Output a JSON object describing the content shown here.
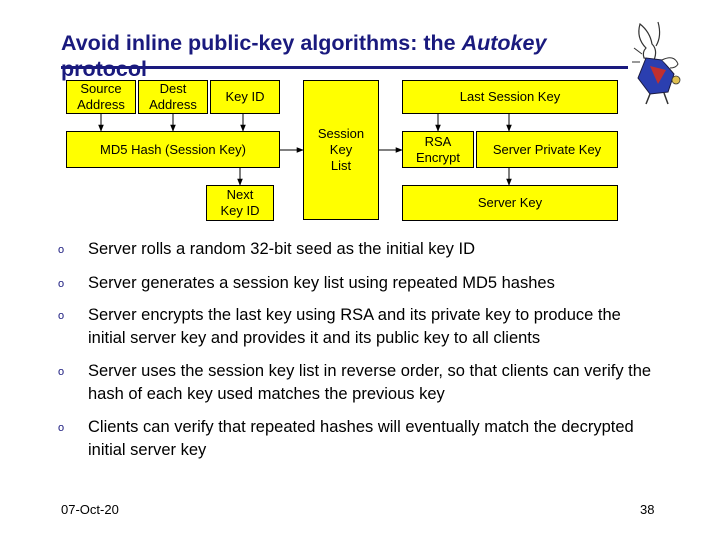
{
  "slide": {
    "title_main": "Avoid inline public-key algorithms: the ",
    "title_emph": "Autokey",
    "title_tail": " protocol"
  },
  "diagram": {
    "source_address": "Source\nAddress",
    "dest_address": "Dest\nAddress",
    "key_id": "Key ID",
    "md5_hash": "MD5 Hash (Session Key)",
    "next_key_id": "Next\nKey ID",
    "session_key_list": "Session\nKey\nList",
    "last_session_key": "Last Session Key",
    "rsa_encrypt": "RSA\nEncrypt",
    "server_private_key": "Server Private Key",
    "server_key": "Server Key"
  },
  "bullets": [
    {
      "text": "Server rolls a random 32-bit seed as the initial key ID"
    },
    {
      "text": "Server generates a session key list using repeated MD5 hashes"
    },
    {
      "text": "Server encrypts the last key using RSA and its private key to produce the initial server key and provides it and its public key to all clients"
    },
    {
      "text": "Server uses the session key list in reverse order, so that clients can verify the hash of each key used matches the previous key"
    },
    {
      "text": "Clients can verify that repeated hashes will eventually match the decrypted initial server key"
    }
  ],
  "bullet_marker": "o",
  "footer": {
    "date": "07-Oct-20",
    "page": "38"
  },
  "colors": {
    "title": "#1a1a7e",
    "box_fill": "#ffff00"
  },
  "icons": {
    "logo": "white-rabbit-logo-icon"
  }
}
